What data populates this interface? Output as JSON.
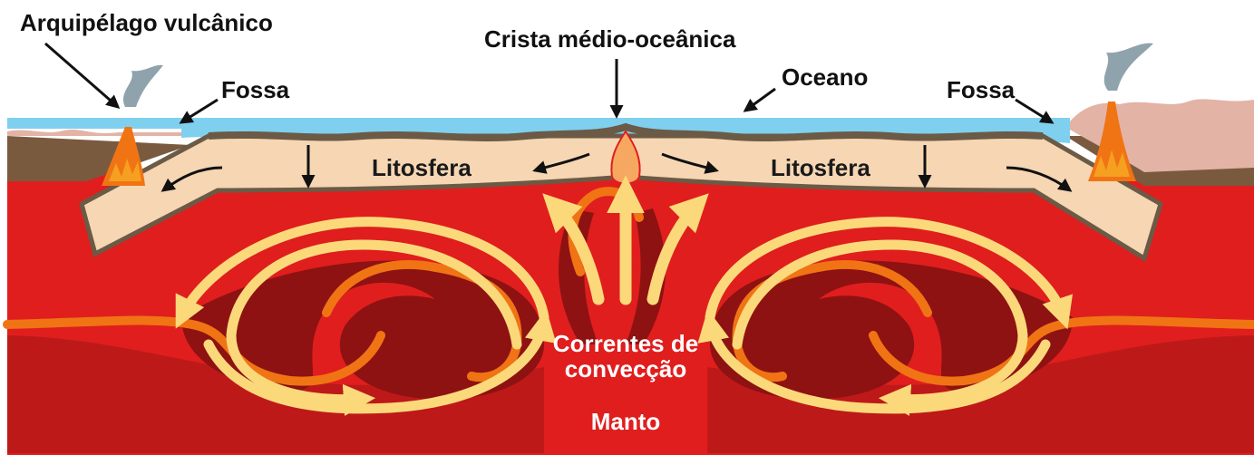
{
  "labels": {
    "archipelago": "Arquipélago vulcânico",
    "ridge": "Crista médio-oceânica",
    "ocean": "Oceano",
    "trench_left": "Fossa",
    "trench_right": "Fossa",
    "lithosphere_left": "Litosfera",
    "lithosphere_right": "Litosfera",
    "convection_line1": "Correntes de",
    "convection_line2": "convecção",
    "mantle": "Manto"
  },
  "colors": {
    "ocean": "#7fd0ee",
    "mantle": "#e01e1e",
    "mantle_dark": "#8e1212",
    "magma_orange": "#f07414",
    "convection_arrow": "#fbd97a",
    "lithosphere": "#f6d6b3",
    "crust": "#6b5a45",
    "land": "#e3b3a6",
    "smoke": "#8fa3ad"
  },
  "icons": {
    "volcano_left": "volcano-icon",
    "volcano_right": "volcano-icon"
  }
}
